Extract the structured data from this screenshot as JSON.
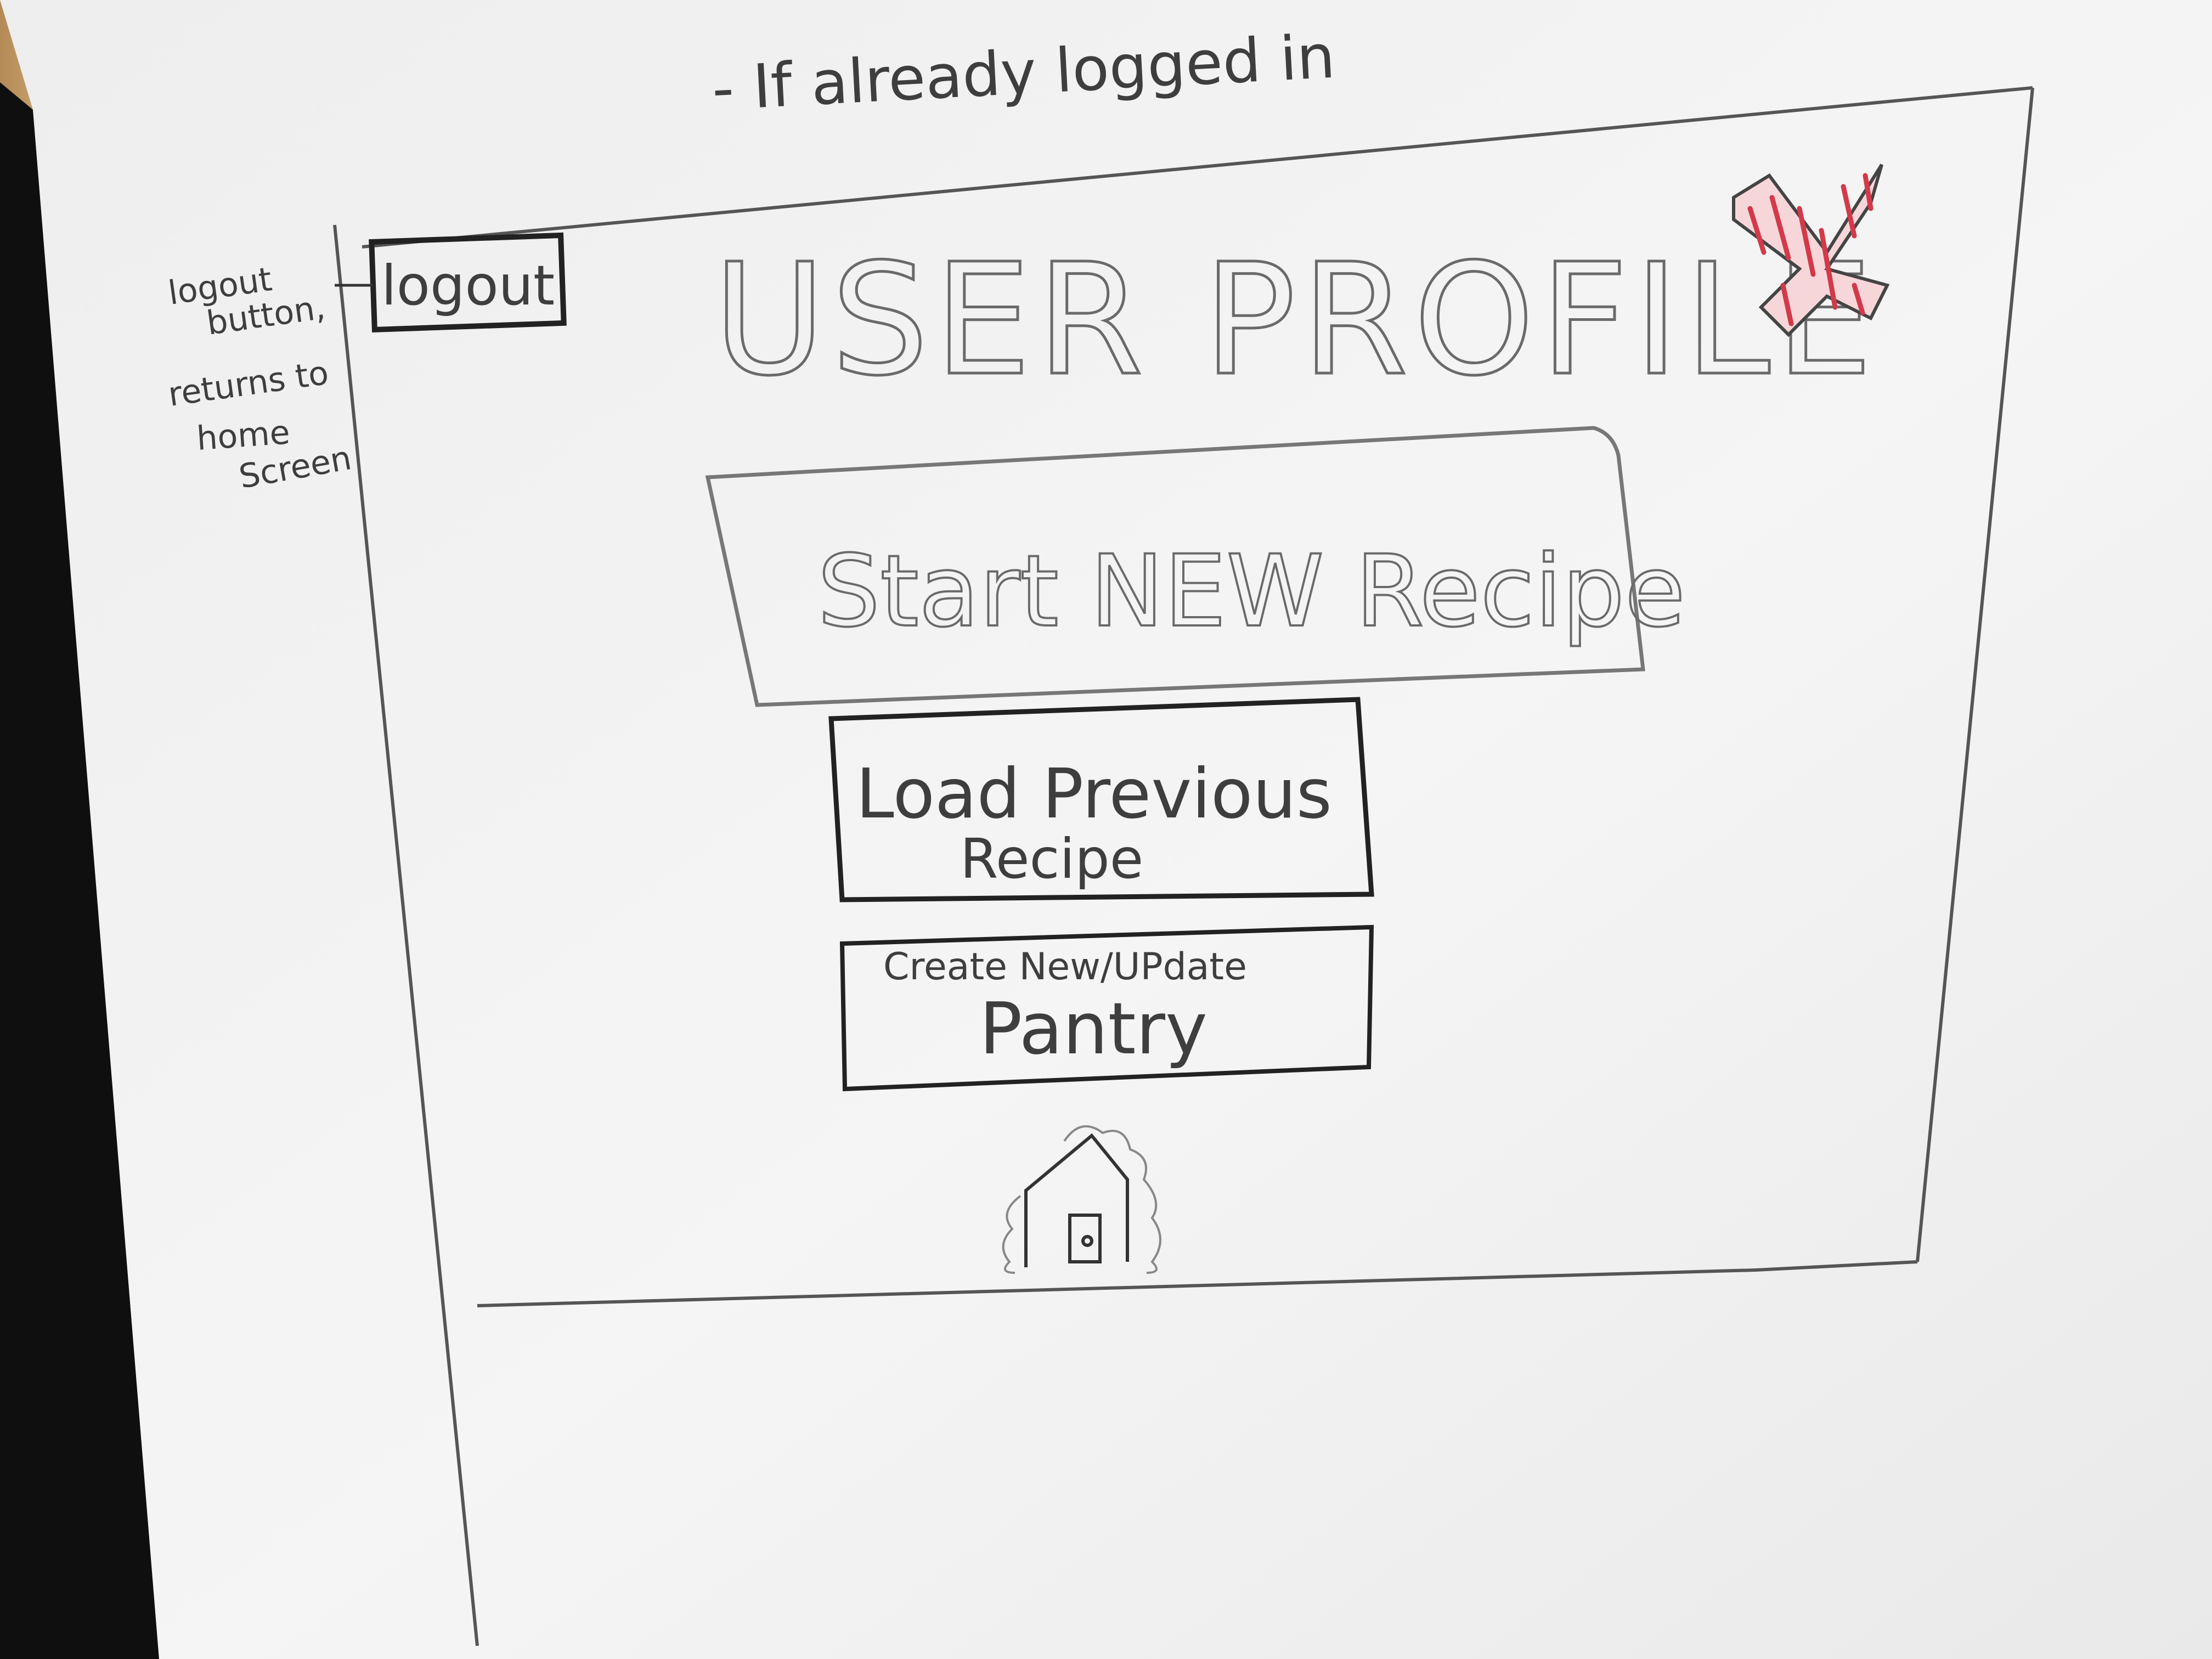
{
  "note_top": "- If already logged in",
  "note_left": [
    "logout",
    "button,",
    "returns to",
    "home",
    "Screen"
  ],
  "logout_button": {
    "label": "logout"
  },
  "title": "USER PROFILE",
  "close_icon": {
    "icon": "x-close-icon",
    "color": "#d23a4a"
  },
  "buttons": {
    "start_new_recipe": "Start NEW Recipe",
    "load_previous_recipe": [
      "Load Previous",
      "Recipe"
    ],
    "pantry_small": "Create New/UPdate",
    "pantry_big": "Pantry"
  },
  "home_icon": {
    "icon": "home-icon"
  },
  "colors": {
    "paper": "#f2f2f2",
    "pencil": "#3e3e3e",
    "accent": "#d23a4a"
  }
}
